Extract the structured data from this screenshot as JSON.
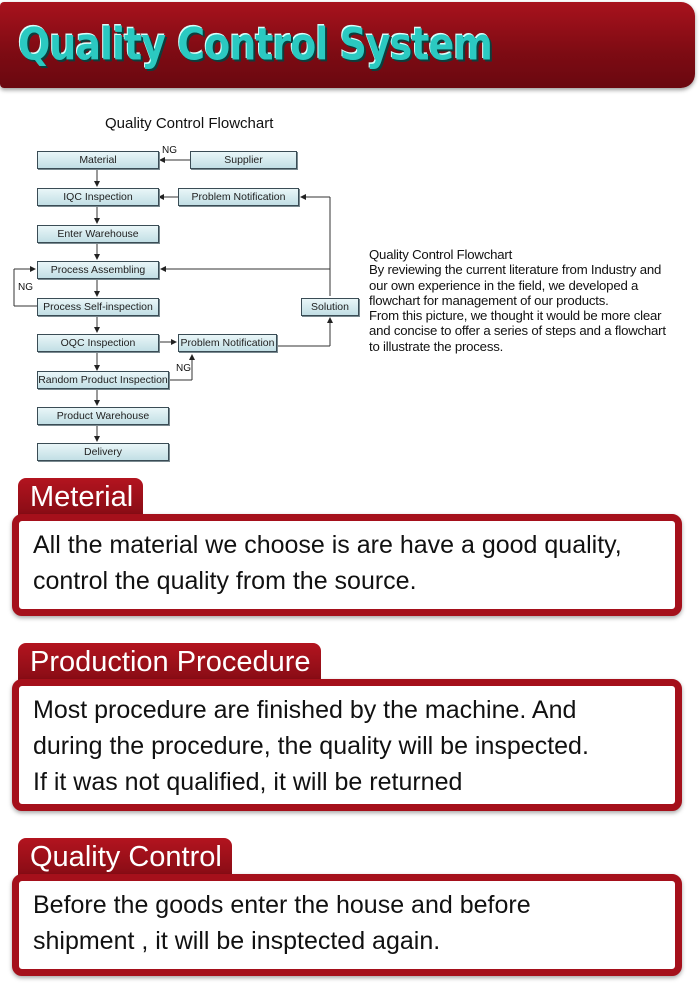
{
  "banner": {
    "title": "Quality Control System"
  },
  "flowchart": {
    "title": "Quality Control Flowchart",
    "boxes": {
      "material": "Material",
      "supplier": "Supplier",
      "iqc": "IQC Inspection",
      "problem1": "Problem Notification",
      "enter_warehouse": "Enter Warehouse",
      "process_assembling": "Process Assembling",
      "self_inspection": "Process Self-inspection",
      "solution": "Solution",
      "oqc": "OQC Inspection",
      "problem2": "Problem Notification",
      "random": "Random Product Inspection",
      "product_warehouse": "Product Warehouse",
      "delivery": "Delivery"
    },
    "ng_label": "NG",
    "description": {
      "heading": "Quality Control Flowchart",
      "lines": [
        "By reviewing the current literature from Industry and",
        "our own experience in the field, we developed a",
        "flowchart for management of our products.",
        "From this picture, we thought it would be more clear",
        "and concise to offer a series of steps and a flowchart",
        "to illustrate the process."
      ]
    }
  },
  "sections": [
    {
      "title": "Meterial",
      "lines": [
        "All the material we choose is are have a good quality,",
        "control the quality from the source."
      ]
    },
    {
      "title": "Production Procedure",
      "lines": [
        "Most procedure are finished by the machine. And",
        "during the procedure, the quality will be inspected.",
        "If it was not qualified, it will be returned"
      ]
    },
    {
      "title": "Quality Control",
      "lines": [
        "Before the goods enter the house and before",
        "shipment , it will be insptected again."
      ]
    }
  ],
  "colors": {
    "banner_red": "#a8121d",
    "title_teal": "#2bc9c1",
    "box_fill": "#d6ecf0"
  }
}
